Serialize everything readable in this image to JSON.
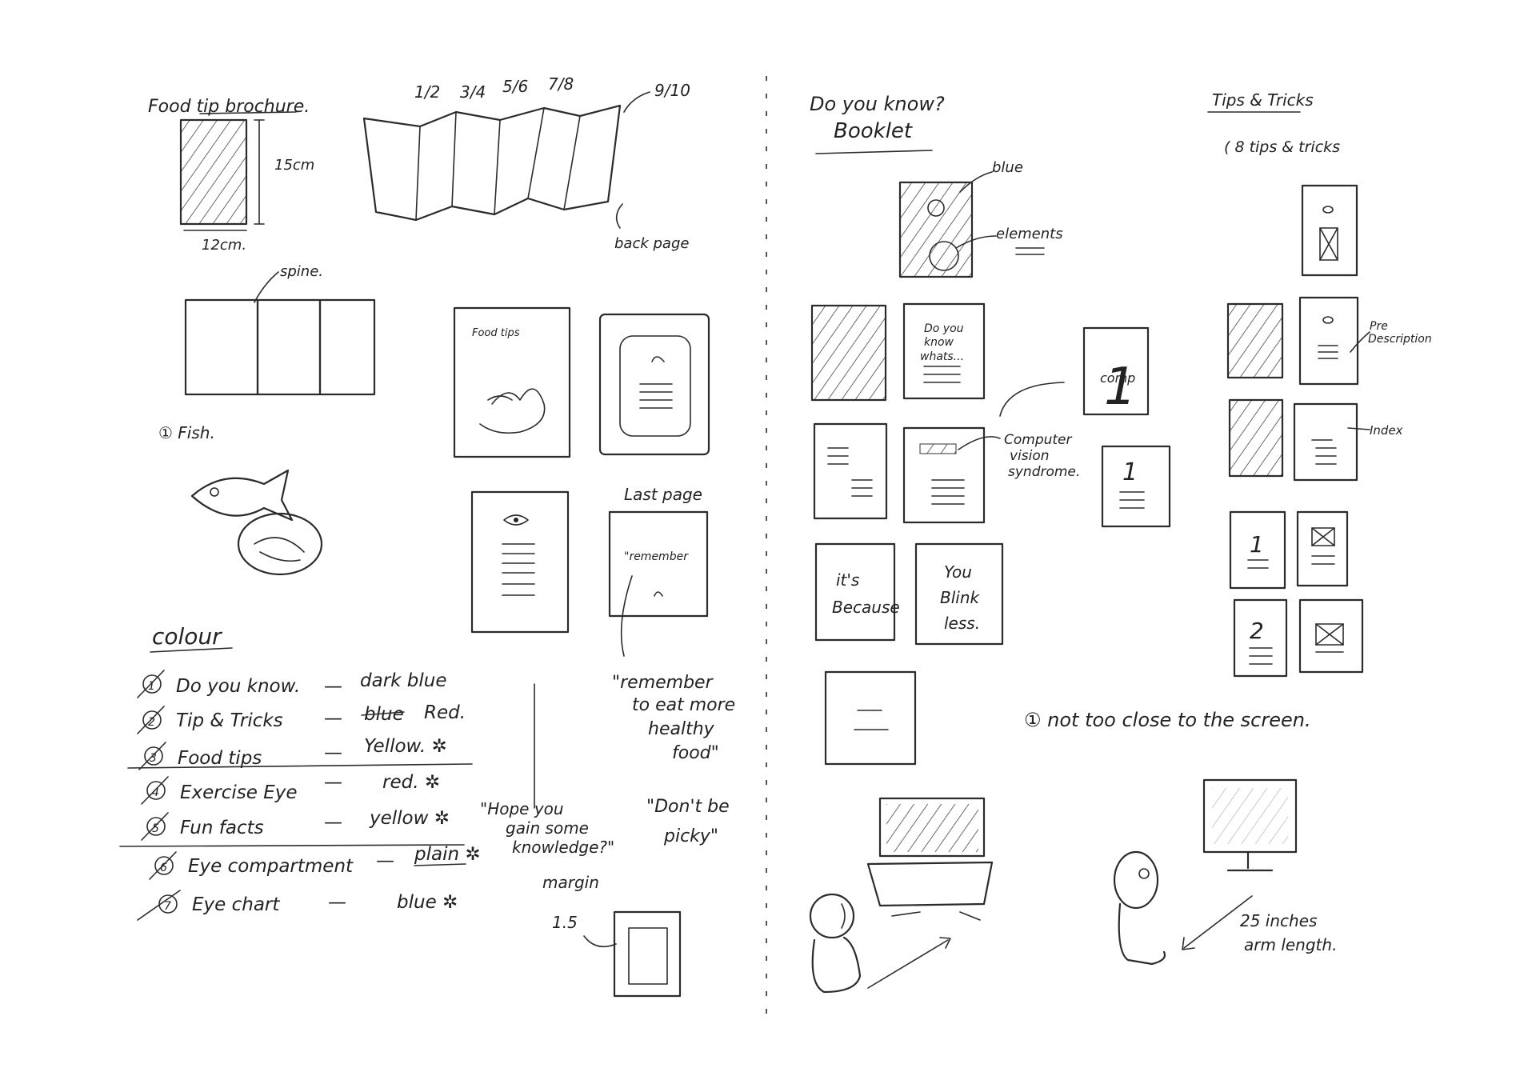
{
  "left_page": {
    "brochure": {
      "title": "Food tip brochure.",
      "height_label": "15cm",
      "width_label": "12cm.",
      "spine_label": "spine.",
      "page_numbers": [
        "1/2",
        "3/4",
        "5/6",
        "7/8",
        "9/10"
      ],
      "back_page_label": "back page",
      "fish_note": "① Fish.",
      "cover_text": "Food tips",
      "last_page_label": "Last page",
      "last_page_text": "\"remember",
      "remember_quote": "\"remember to eat more healthy food\"",
      "hope_quote": "\"Hope you gain some knowledge?\"",
      "picky_quote": "\"Don't be picky\"",
      "margin_label": "margin",
      "margin_value": "1.5"
    },
    "colour": {
      "heading": "colour",
      "items": [
        {
          "num": "1",
          "name": "Do you know.",
          "dash": "—",
          "value": "dark blue"
        },
        {
          "num": "2",
          "name": "Tip & Tricks",
          "dash": "—",
          "struck": "blue",
          "value": "Red."
        },
        {
          "num": "3",
          "name": "Food tips",
          "dash": "—",
          "value": "Yellow. ✲"
        },
        {
          "num": "4",
          "name": "Exercise Eye",
          "dash": "—",
          "value": "red. ✲"
        },
        {
          "num": "5",
          "name": "Fun facts",
          "dash": "—",
          "value": "yellow ✲"
        },
        {
          "num": "6",
          "name": "Eye compartment",
          "dash": "—",
          "value": "plain ✲"
        },
        {
          "num": "7",
          "name": "Eye chart",
          "dash": "—",
          "value": "blue ✲"
        }
      ]
    }
  },
  "right_page": {
    "booklet": {
      "title_line1": "Do you know?",
      "title_line2": "Booklet",
      "blue_label": "blue",
      "elements_label": "elements",
      "page_text_1": "Do you know whats...",
      "cvs_label": "Computer vision syndrome.",
      "its_because": "it's Because",
      "you_blink_less": "You Blink less.",
      "num_1": "1",
      "comp_text": "comp"
    },
    "tips": {
      "title": "Tips & Tricks",
      "subtitle": "( 8 tips & tricks",
      "pre_desc_label": "Pre Description",
      "index_label": "Index",
      "num_1": "1",
      "num_2": "2"
    },
    "screen_note": "① not too close to the screen.",
    "distance_note_1": "25 inches",
    "distance_note_2": "arm length."
  }
}
